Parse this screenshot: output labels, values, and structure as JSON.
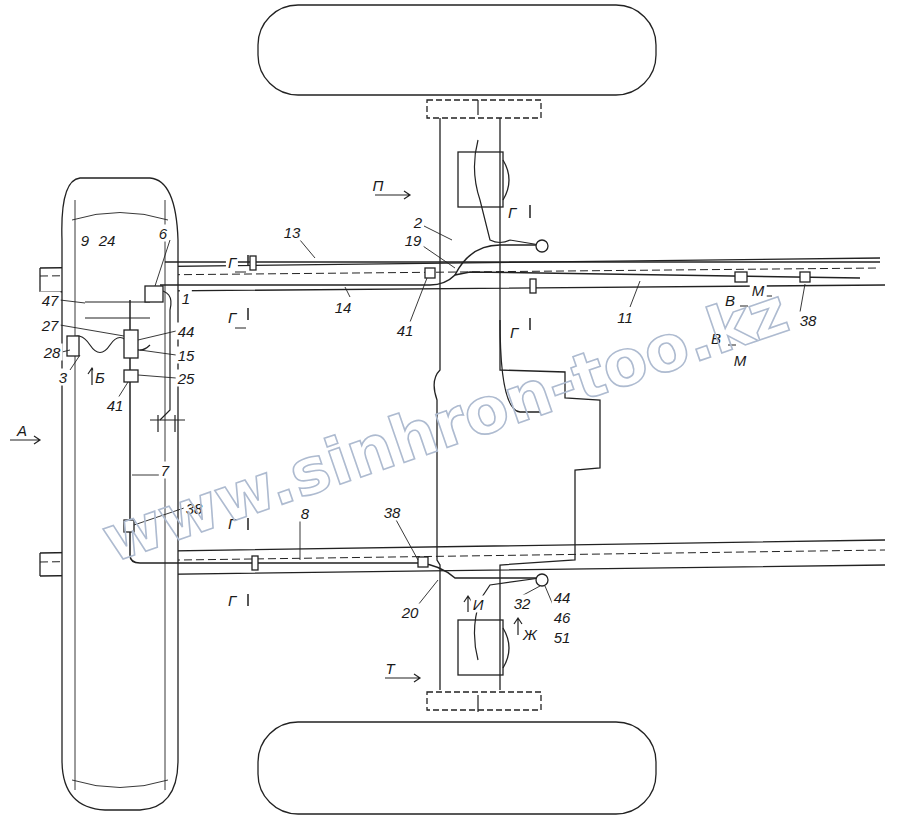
{
  "diagram": {
    "labels": [
      "П",
      "2",
      "Г",
      "19",
      "13",
      "Г",
      "14",
      "Г",
      "41",
      "Г",
      "11",
      "М",
      "В",
      "В",
      "М",
      "38",
      "9",
      "24",
      "6",
      "47",
      "1",
      "27",
      "44",
      "28",
      "15",
      "3",
      "25",
      "Б",
      "41",
      "А",
      "7",
      "38",
      "Г",
      "8",
      "38",
      "Г",
      "20",
      "И",
      "32",
      "Ж",
      "44",
      "46",
      "51",
      "Т",
      "www.sinhron-too.kz"
    ]
  }
}
